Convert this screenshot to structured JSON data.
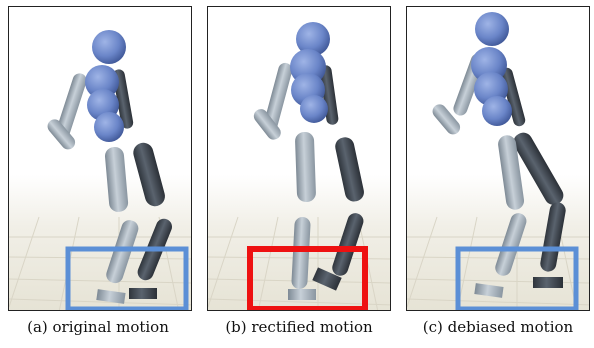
{
  "panels": [
    {
      "id": "original",
      "caption": "(a) original motion",
      "highlight_color": "#5b8fd6"
    },
    {
      "id": "rectified",
      "caption": "(b) rectified motion",
      "highlight_color": "#ee1111"
    },
    {
      "id": "debiased",
      "caption": "(c) debiased motion",
      "highlight_color": "#5b8fd6"
    }
  ],
  "colors": {
    "head_body": "#6a85c8",
    "light_limb": "#a7b3bd",
    "dark_limb": "#434b55"
  }
}
